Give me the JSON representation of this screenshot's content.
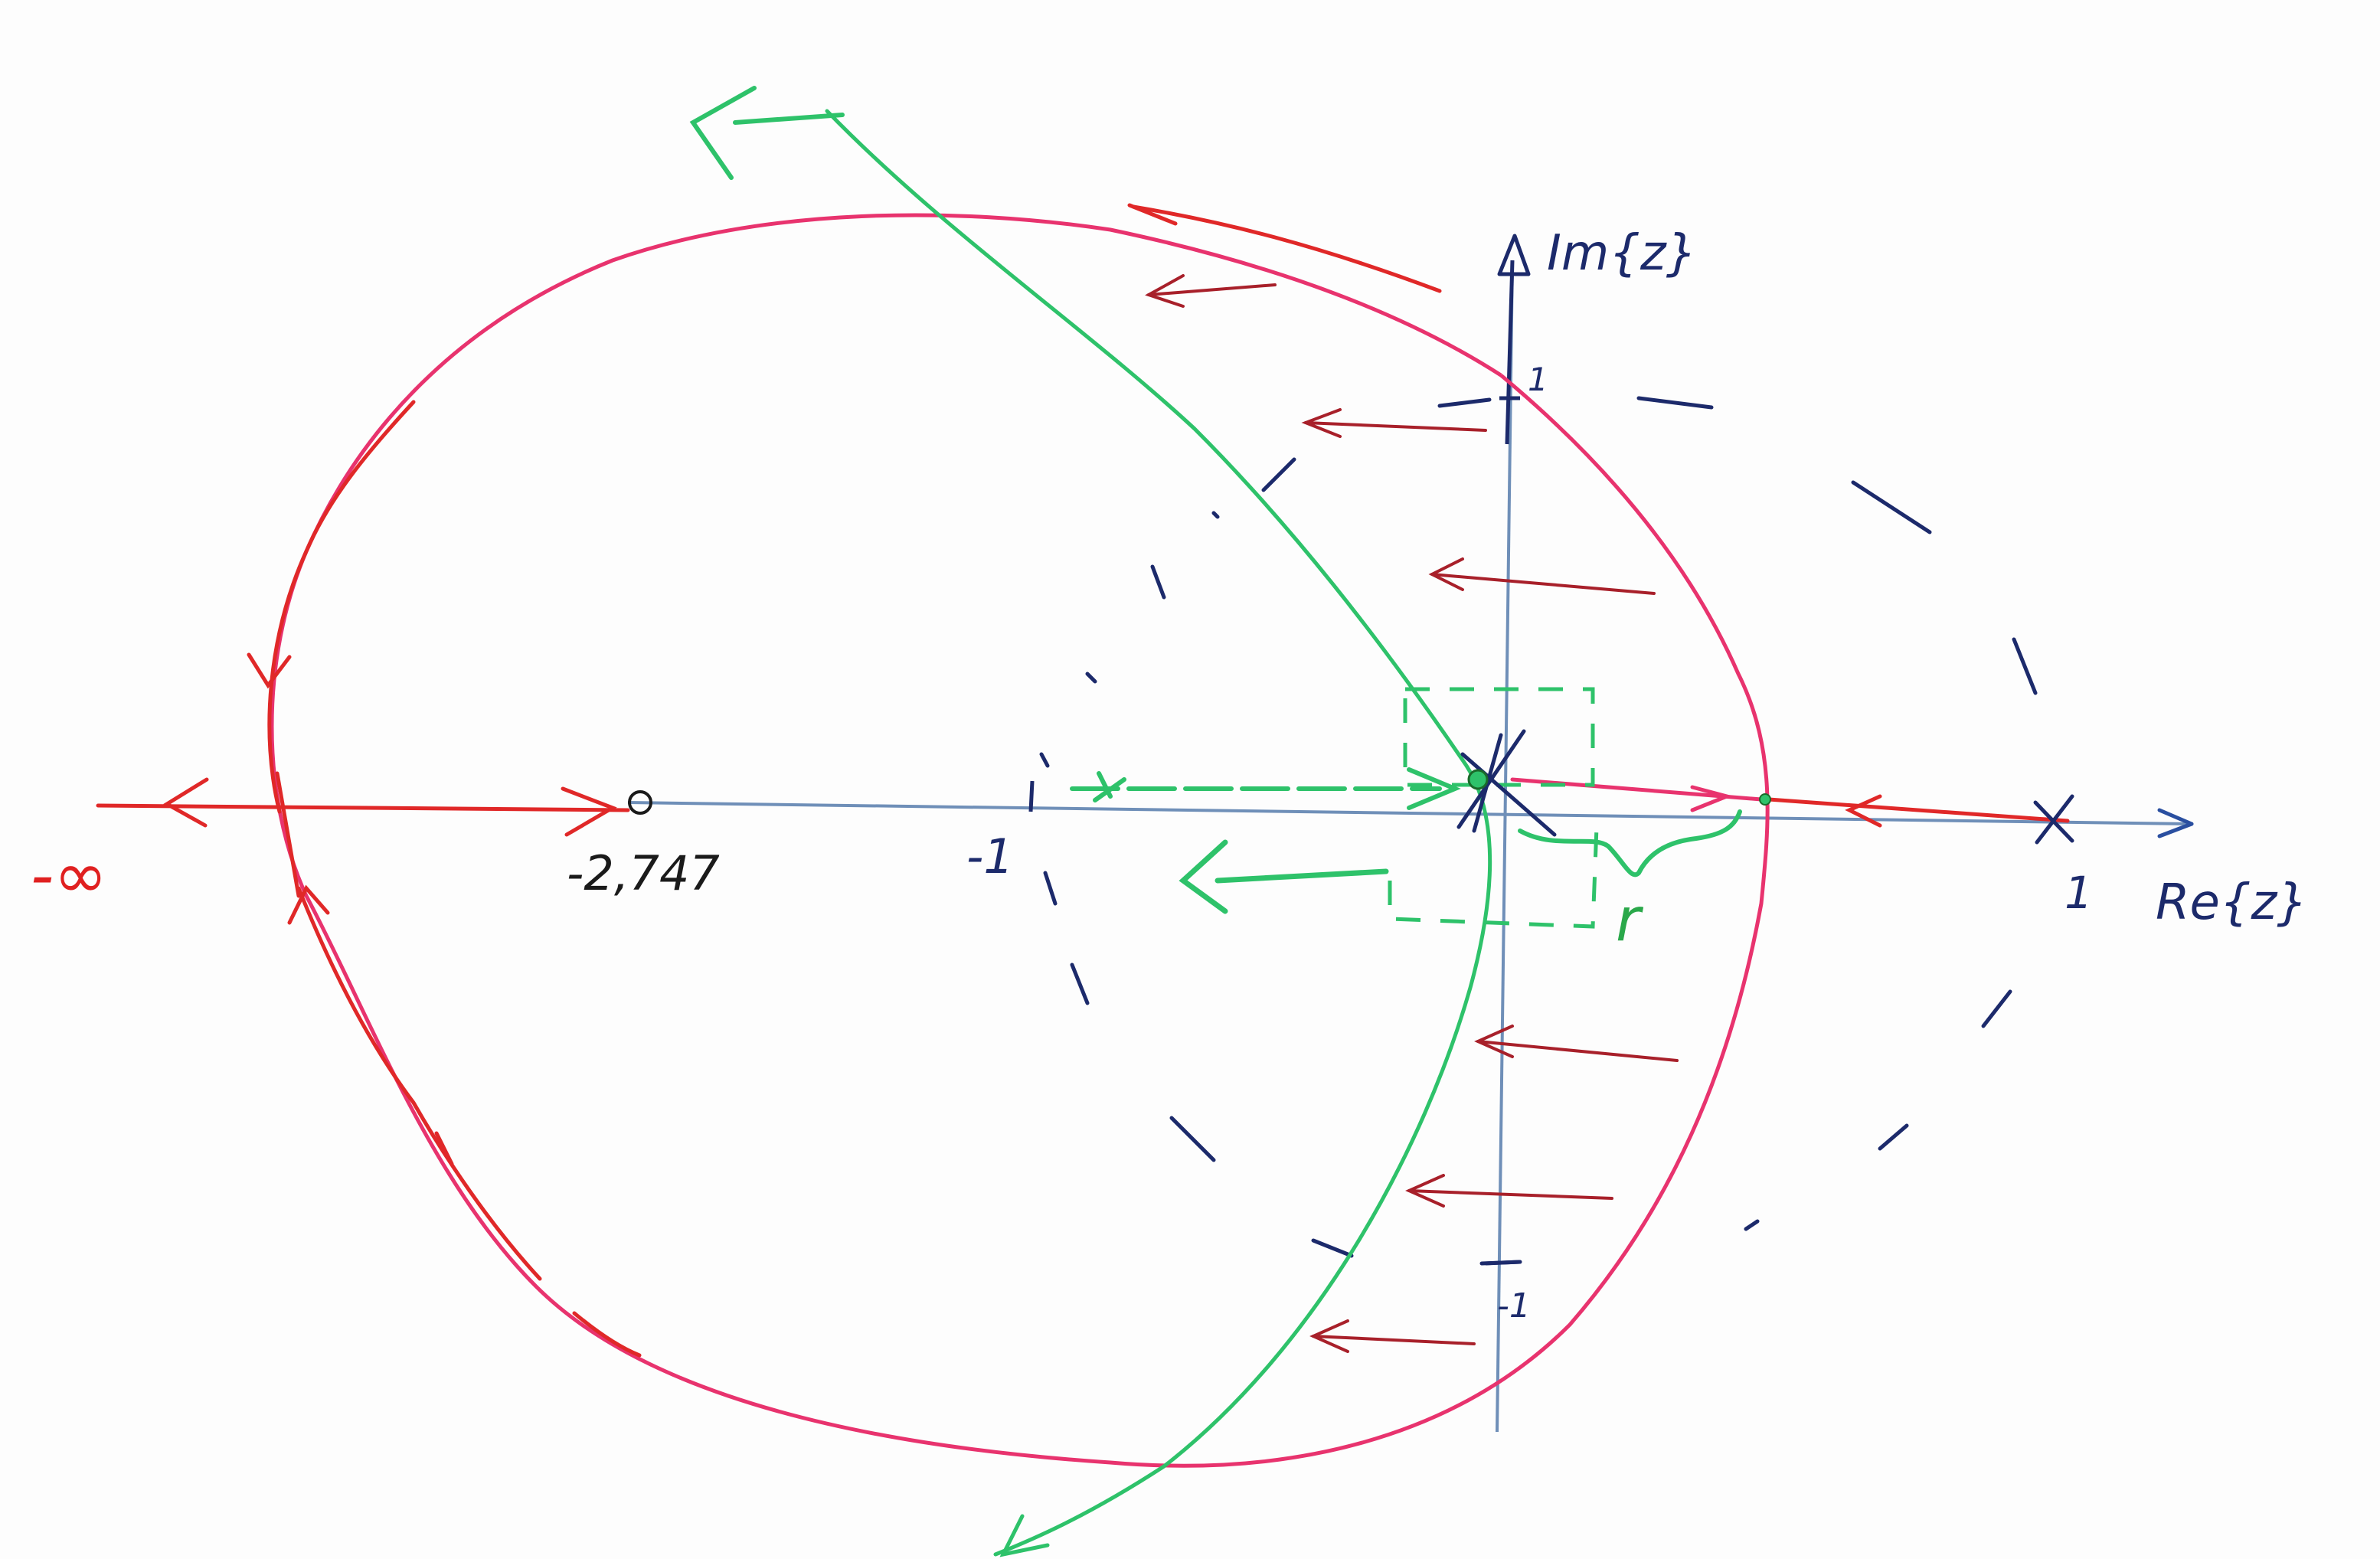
{
  "labels": {
    "im_axis": "Im{z}",
    "re_axis": "Re{z}",
    "neg_infinity": "-∞",
    "zero_value": "-2,747",
    "tick_neg_one_real": "-1",
    "tick_one_real": "1",
    "tick_one_imag": "1",
    "tick_neg_one_imag": "-1",
    "radius": "r"
  },
  "colors": {
    "axis": "#6f8fb8",
    "axis_dark": "#1c2a6b",
    "unit_circle": "#1c2a6b",
    "locus_red": "#e02828",
    "circle_pink": "#e8336e",
    "green": "#2ec26a",
    "dark_red": "#a8202a",
    "black": "#1a1a1a"
  }
}
